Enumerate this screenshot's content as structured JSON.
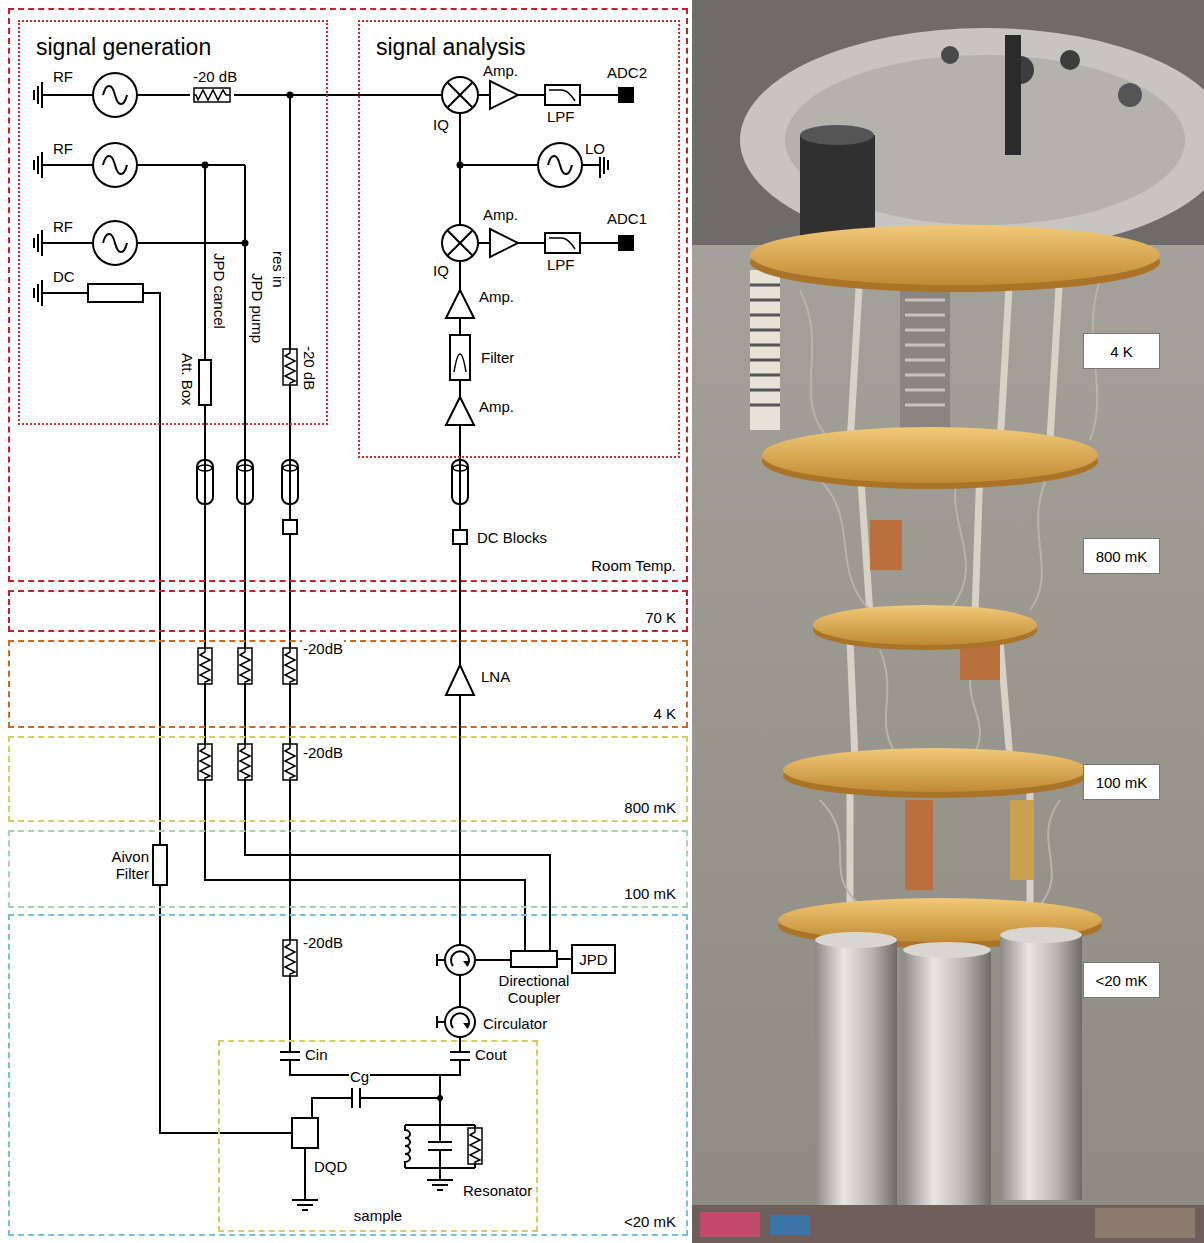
{
  "diagram": {
    "nodes": [
      {
        "text": [
          "Room Temp."
        ]
      },
      {
        "text": [
          "signal generation"
        ],
        "in": 0
      },
      {
        "text": [
          "signal analysis"
        ],
        "in": 0
      },
      {
        "text": [
          "70 K"
        ]
      },
      {
        "text": [
          "4 K"
        ]
      },
      {
        "text": [
          "800 mK"
        ]
      },
      {
        "text": [
          "100 mK"
        ]
      },
      {
        "text": [
          "<20 mK"
        ]
      },
      {
        "text": [
          "Directional Coupler"
        ],
        "in": 7
      },
      {
        "text": [
          "JPD"
        ],
        "in": 7
      },
      {
        "text": [
          "sample"
        ],
        "in": 7
      },
      {
        "text": [
          "4 K"
        ]
      },
      {
        "text": [
          "800 mK"
        ]
      },
      {
        "text": [
          "100 mK"
        ]
      },
      {
        "text": [
          "<20 mK"
        ]
      }
    ],
    "edges": [
      {
        "from": 8,
        "to": 9,
        "arrow": "none"
      }
    ],
    "labels": [
      "RF",
      "RF",
      "RF",
      "DC",
      "-20 dB",
      "res in",
      "JPD cancel",
      "JPD pump",
      "Att. Box",
      "-20 dB",
      "Amp.",
      "LPF",
      "ADC2",
      "IQ",
      "LO",
      "IQ",
      "Amp.",
      "LPF",
      "ADC1",
      "Amp.",
      "Filter",
      "Amp.",
      "DC Blocks",
      "-20dB",
      "LNA",
      "-20dB",
      "Aivon Filter",
      "-20dB",
      "Circulator",
      "Cin",
      "Cout",
      "Cg",
      "DQD",
      "Resonator"
    ]
  }
}
